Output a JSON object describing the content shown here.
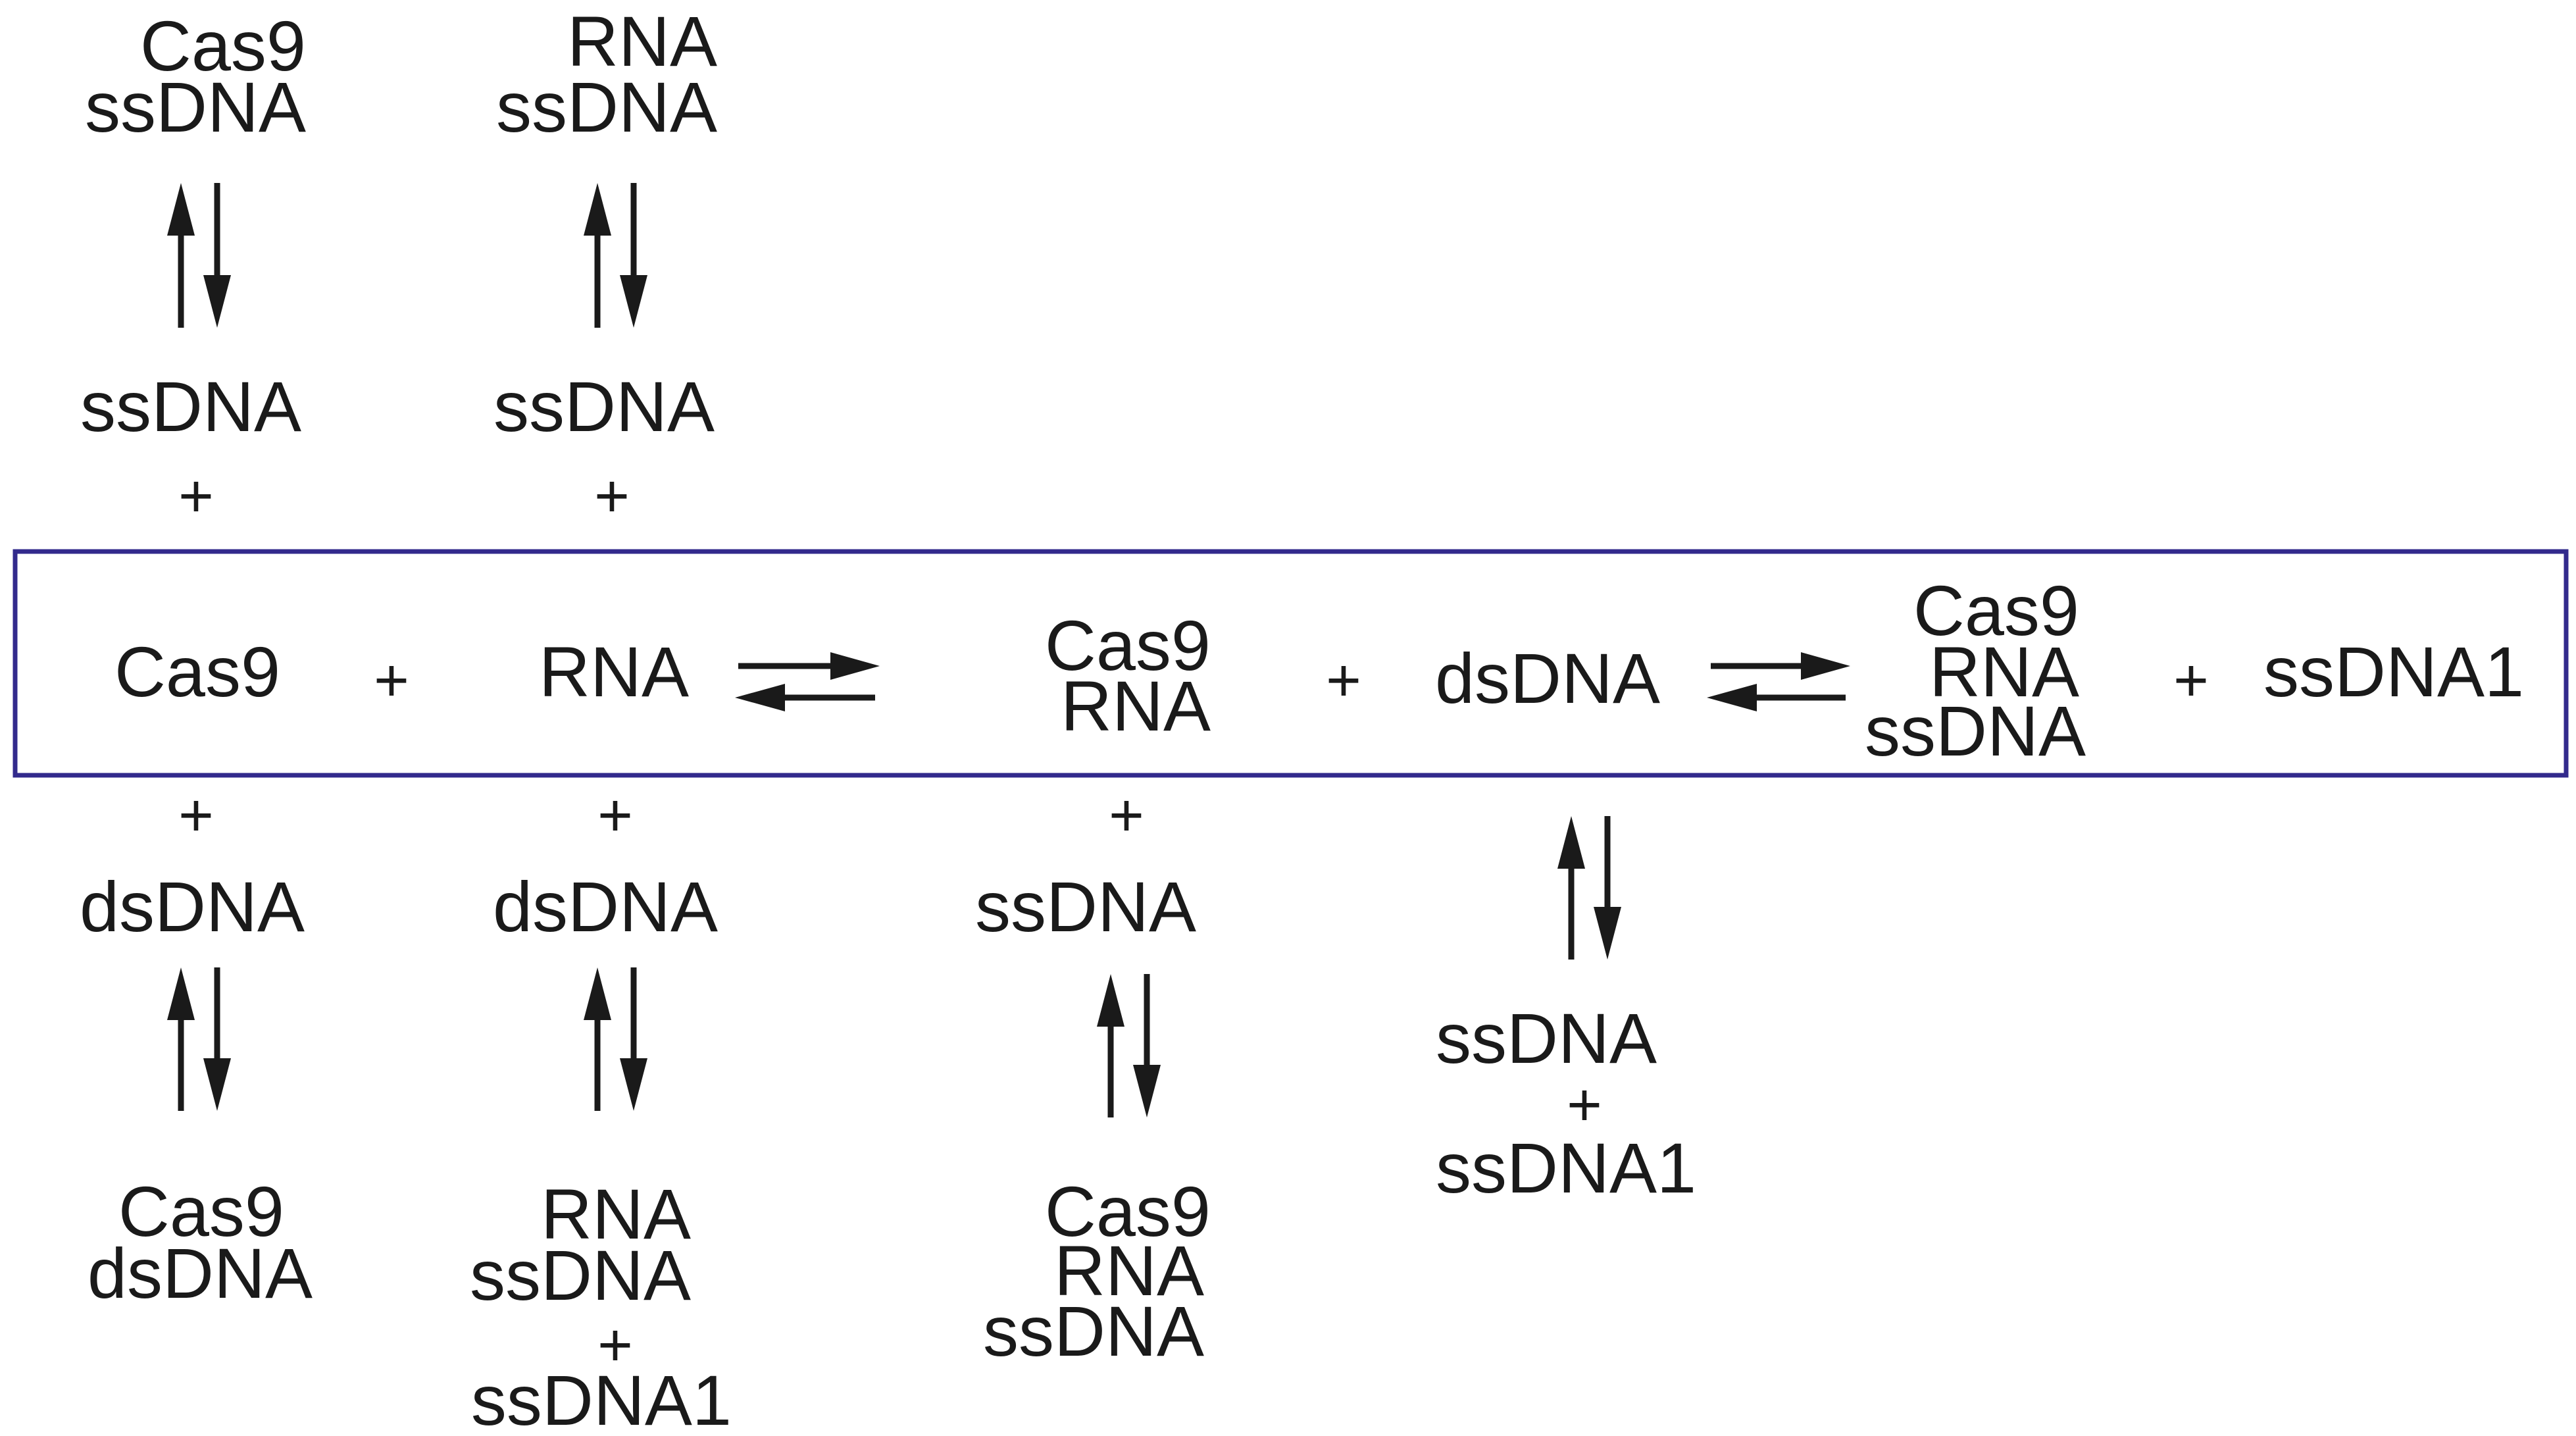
{
  "colors": {
    "ink": "#1a1a1a",
    "box_border": "#322a8c",
    "background": "#ffffff"
  },
  "labels": {
    "top_left_complex_1": "Cas9",
    "top_left_complex_2": "ssDNA",
    "top_mid_complex_1": "RNA",
    "top_mid_complex_2": "ssDNA",
    "top_left_reactant": "ssDNA",
    "top_left_plus": "+",
    "top_mid_reactant": "ssDNA",
    "top_mid_plus": "+",
    "main_cas9": "Cas9",
    "main_plus_1": "+",
    "main_rna": "RNA",
    "main_binary_1": "Cas9",
    "main_binary_2": "RNA",
    "main_plus_2": "+",
    "main_dsdna": "dsDNA",
    "main_ternary_1": "Cas9",
    "main_ternary_2": "RNA",
    "main_ternary_3": "ssDNA",
    "main_plus_3": "+",
    "main_ssdna1": "ssDNA1",
    "bot_col1_plus": "+",
    "bot_col1_reactant": "dsDNA",
    "bot_col1_product_1": "Cas9",
    "bot_col1_product_2": "dsDNA",
    "bot_col2_plus": "+",
    "bot_col2_reactant": "dsDNA",
    "bot_col2_product_1": "RNA",
    "bot_col2_product_2": "ssDNA",
    "bot_col2_product_plus": "+",
    "bot_col2_product_3": "ssDNA1",
    "bot_col3_plus": "+",
    "bot_col3_reactant": "ssDNA",
    "bot_col3_product_1": "Cas9",
    "bot_col3_product_2": "RNA",
    "bot_col3_product_3": "ssDNA",
    "bot_col4_product_1": "ssDNA",
    "bot_col4_plus": "+",
    "bot_col4_product_2": "ssDNA1"
  }
}
